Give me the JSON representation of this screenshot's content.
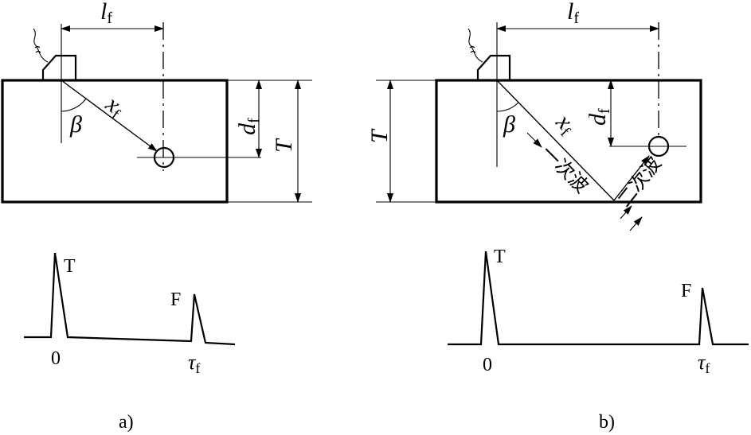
{
  "panel_a": {
    "caption": "a)",
    "lf": "l",
    "lf_sub": "f",
    "df": "d",
    "df_sub": "f",
    "thickness": "T",
    "xf": "x",
    "xf_sub": "f",
    "beta": "β",
    "pulse_T": "T",
    "pulse_F": "F",
    "zero": "0",
    "tau": "τ",
    "tau_sub": "f"
  },
  "panel_b": {
    "caption": "b)",
    "lf": "l",
    "lf_sub": "f",
    "df": "d",
    "df_sub": "f",
    "thickness": "T",
    "xf": "x",
    "xf_sub": "f",
    "beta": "β",
    "first_wave": "一次波",
    "second_wave": "二次波",
    "pulse_T": "T",
    "pulse_F": "F",
    "zero": "0",
    "tau": "τ",
    "tau_sub": "f"
  }
}
